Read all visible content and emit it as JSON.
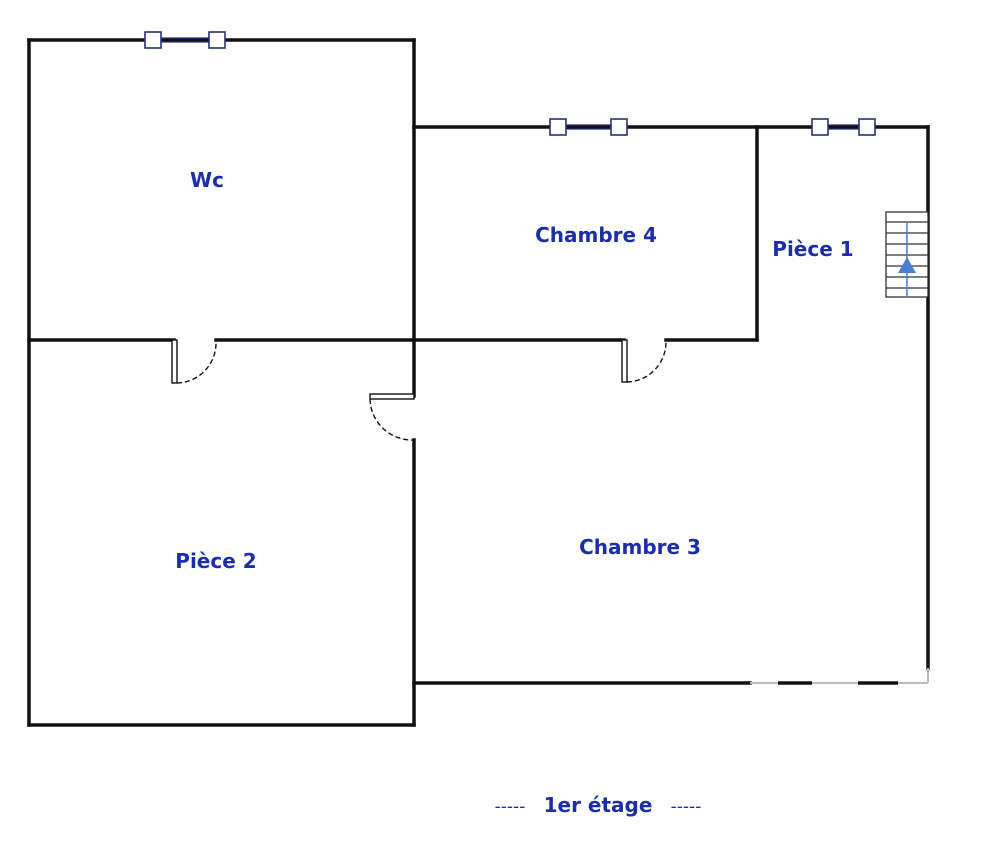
{
  "rooms": {
    "wc": "Wc",
    "chambre4": "Chambre 4",
    "piece1": "Pièce 1",
    "piece2": "Pièce 2",
    "chambre3": "Chambre 3"
  },
  "floor": {
    "dash_left": "-----",
    "name": "1er étage",
    "dash_right": "-----"
  },
  "colors": {
    "label": "#1a2ea8",
    "wall": "#111111",
    "window": "#2a2f7a",
    "stair_arrow": "#4a7fd0"
  },
  "icons": {
    "stairs": "stairs-up-arrow-icon",
    "window": "window-icon",
    "door": "door-swing-icon"
  }
}
